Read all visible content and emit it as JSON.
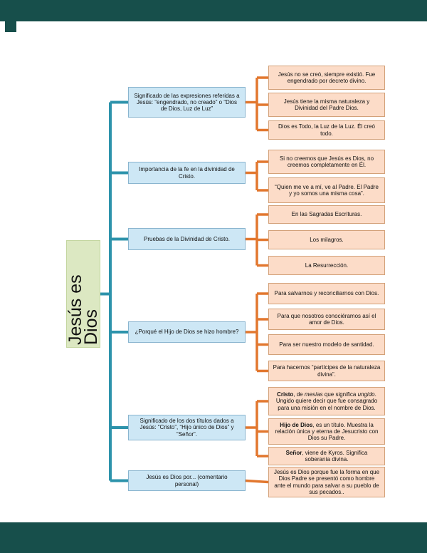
{
  "colors": {
    "frame": "#174f4b",
    "page_background": "#ffffff",
    "root_fill": "#dce8c2",
    "root_border": "#c4d6a0",
    "topic_fill": "#cde7f5",
    "topic_border": "#8ab5cf",
    "detail_fill": "#fcdcc8",
    "detail_border": "#d3a179",
    "trunk_line": "#2d93ab",
    "branch_line": "#e2772e",
    "text": "#111111"
  },
  "root": {
    "label": "Jesús es Dios"
  },
  "branches": [
    {
      "topic": "Significado de las expresiones referidas a Jesús: “engendrado, no creado” o “Dios de Dios, Luz de Luz”",
      "details": [
        {
          "segments": [
            {
              "t": "Jesús no se creó, siempre existió. Fue engendrado por decreto divino."
            }
          ]
        },
        {
          "segments": [
            {
              "t": "Jesús tiene la misma naturaleza y Divinidad del Padre Dios."
            }
          ]
        },
        {
          "segments": [
            {
              "t": "Dios es Todo, la Luz de la Luz. Él creó todo."
            }
          ]
        }
      ]
    },
    {
      "topic": "Importancia de la fe en la divinidad de Cristo.",
      "details": [
        {
          "segments": [
            {
              "t": "Si no creemos que Jesús es Dios, no creemos completamente en Él."
            }
          ]
        },
        {
          "segments": [
            {
              "t": "“Quien me ve a mí, ve al Padre. El Padre y yo somos una misma cosa”."
            }
          ]
        }
      ]
    },
    {
      "topic": "Pruebas de la Divinidad de Cristo.",
      "details": [
        {
          "segments": [
            {
              "t": "En las Sagradas Escrituras."
            }
          ]
        },
        {
          "segments": [
            {
              "t": "Los milagros."
            }
          ]
        },
        {
          "segments": [
            {
              "t": "La Resurrección."
            }
          ]
        }
      ]
    },
    {
      "topic": "¿Porqué el Hijo de Dios se hizo hombre?",
      "details": [
        {
          "segments": [
            {
              "t": "Para salvarnos y reconciliarnos con Dios."
            }
          ]
        },
        {
          "segments": [
            {
              "t": "Para que nosotros conociéramos así el amor de Dios."
            }
          ]
        },
        {
          "segments": [
            {
              "t": "Para ser nuestro modelo de santidad."
            }
          ]
        },
        {
          "segments": [
            {
              "t": "Para hacernos “partícipes de la naturaleza divina”."
            }
          ]
        }
      ]
    },
    {
      "topic": "Significado de los dos títulos dados a Jesús: “Cristo”, “Hijo único de Dios” y “Señor”.",
      "details": [
        {
          "segments": [
            {
              "t": "Cristo",
              "b": true
            },
            {
              "t": ", de "
            },
            {
              "t": "mesías",
              "i": true
            },
            {
              "t": " que significa "
            },
            {
              "t": "ungido",
              "i": true
            },
            {
              "t": ". Ungido quiere decir que fue consagrado para una misión en el nombre de Dios."
            }
          ]
        },
        {
          "segments": [
            {
              "t": "Hijo de Dios",
              "b": true
            },
            {
              "t": ", es un título. Muestra la relación única y eterna de Jesucristo con Dios su Padre."
            }
          ]
        },
        {
          "segments": [
            {
              "t": "Señor",
              "b": true
            },
            {
              "t": ", viene de Kyros. Significa soberanía divina."
            }
          ]
        }
      ]
    },
    {
      "topic": "Jesús es Dios por... (comentario personal)",
      "details": [
        {
          "segments": [
            {
              "t": "Jesús es Dios porque fue la forma en que Dios Padre se presentó como hombre ante el mundo para salvar a su pueblo de sus pecados.."
            }
          ]
        }
      ]
    }
  ]
}
